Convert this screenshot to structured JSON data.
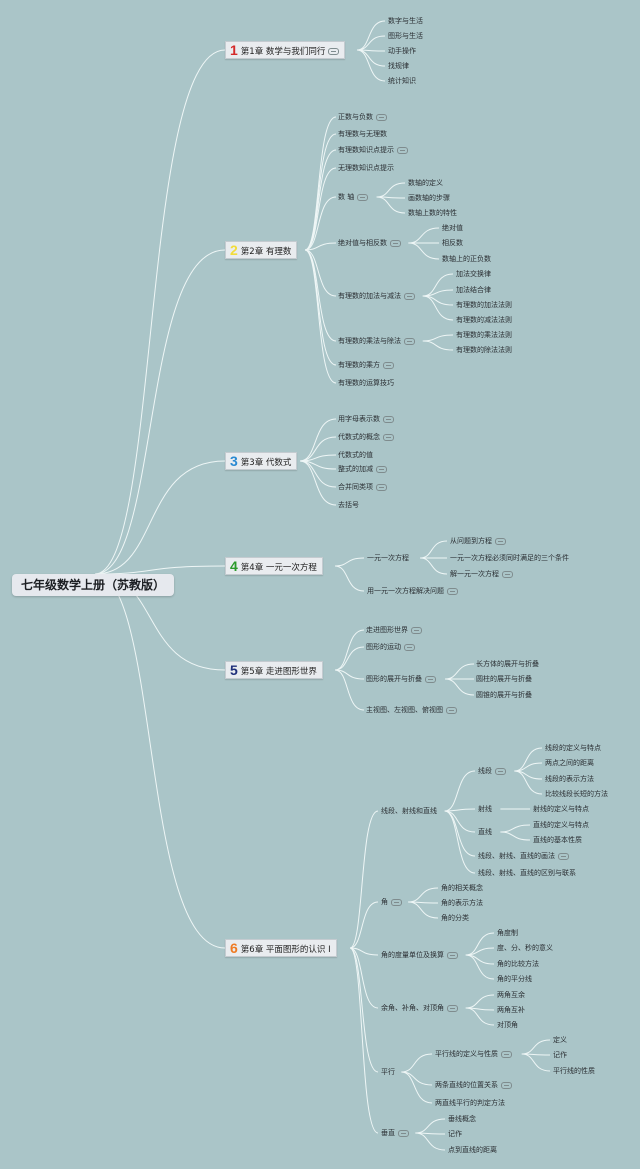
{
  "root": {
    "label": "七年级数学上册（苏教版）"
  },
  "colors": {
    "background": "#aac5c8",
    "line": "#eef6f6",
    "ch1": "#d42a2a",
    "ch2": "#f2dc3a",
    "ch3": "#2a8ad2",
    "ch4": "#2a9a2a",
    "ch5": "#1f2f7a",
    "ch6": "#ee7a22"
  },
  "chapters": [
    {
      "num": "1",
      "label": "第1章 数学与我们同行",
      "collapsible": true,
      "children": [
        "数字与生活",
        "图形与生活",
        "动手操作",
        "找规律",
        "统计知识"
      ]
    },
    {
      "num": "2",
      "label": "第2章 有理数",
      "children": [
        {
          "label": "正数与负数",
          "collapsible": true
        },
        {
          "label": "有理数与无理数"
        },
        {
          "label": "有理数知识点提示",
          "collapsible": true
        },
        {
          "label": "无理数知识点提示"
        },
        {
          "label": "数 轴",
          "collapsible": true,
          "children": [
            "数轴的定义",
            "画数轴的步骤",
            "数轴上数的特性"
          ]
        },
        {
          "label": "绝对值与相反数",
          "collapsible": true,
          "children": [
            "绝对值",
            "相反数",
            "数轴上的正负数"
          ]
        },
        {
          "label": "有理数的加法与减法",
          "collapsible": true,
          "children": [
            "加法交换律",
            "加法结合律",
            "有理数的加法法则",
            "有理数的减法法则"
          ]
        },
        {
          "label": "有理数的乘法与除法",
          "collapsible": true,
          "children": [
            "有理数的乘法法则",
            "有理数的除法法则"
          ]
        },
        {
          "label": "有理数的乘方",
          "collapsible": true
        },
        {
          "label": "有理数的运算技巧"
        }
      ]
    },
    {
      "num": "3",
      "label": "第3章 代数式",
      "children": [
        {
          "label": "用字母表示数",
          "collapsible": true
        },
        {
          "label": "代数式的概念",
          "collapsible": true
        },
        {
          "label": "代数式的值"
        },
        {
          "label": "整式的加减",
          "collapsible": true
        },
        {
          "label": "合并同类项",
          "collapsible": true
        },
        {
          "label": "去括号"
        }
      ]
    },
    {
      "num": "4",
      "label": "第4章 一元一次方程",
      "children": [
        {
          "label": "一元一次方程",
          "children": [
            {
              "label": "从问题到方程",
              "collapsible": true
            },
            {
              "label": "一元一次方程必须同时满足的三个条件"
            },
            {
              "label": "解一元一次方程",
              "collapsible": true
            }
          ]
        },
        {
          "label": "用一元一次方程解决问题",
          "collapsible": true
        }
      ]
    },
    {
      "num": "5",
      "label": "第5章 走进图形世界",
      "children": [
        {
          "label": "走进图形世界",
          "collapsible": true
        },
        {
          "label": "图形的运动",
          "collapsible": true
        },
        {
          "label": "图形的展开与折叠",
          "collapsible": true,
          "children": [
            "长方体的展开与折叠",
            "圆柱的展开与折叠",
            "圆锥的展开与折叠"
          ]
        },
        {
          "label": "主视图、左视图、俯视图",
          "collapsible": true
        }
      ]
    },
    {
      "num": "6",
      "label": "第6章 平面图形的认识 I",
      "children": [
        {
          "label": "线段、射线和直线",
          "children": [
            {
              "label": "线段",
              "collapsible": true,
              "children": [
                "线段的定义与特点",
                "两点之间的距离",
                "线段的表示方法",
                "比较线段长短的方法"
              ]
            },
            {
              "label": "射线",
              "children": [
                "射线的定义与特点"
              ]
            },
            {
              "label": "直线",
              "children": [
                "直线的定义与特点",
                "直线的基本性质"
              ]
            },
            {
              "label": "线段、射线、直线的画法",
              "collapsible": true
            },
            {
              "label": "线段、射线、直线的区别与联系"
            }
          ]
        },
        {
          "label": "角",
          "collapsible": true,
          "children": [
            "角的相关概念",
            "角的表示方法",
            "角的分类"
          ]
        },
        {
          "label": "角的度量单位及换算",
          "collapsible": true,
          "children": [
            "角度制",
            "度、分、秒的意义",
            "角的比较方法",
            "角的平分线"
          ]
        },
        {
          "label": "余角、补角、对顶角",
          "collapsible": true,
          "children": [
            "两角互余",
            "两角互补",
            "对顶角"
          ]
        },
        {
          "label": "平行",
          "children": [
            {
              "label": "平行线的定义与性质",
              "collapsible": true,
              "children": [
                "定义",
                "记作",
                "平行线的性质"
              ]
            },
            {
              "label": "两条直线的位置关系",
              "collapsible": true
            },
            {
              "label": "两直线平行的判定方法"
            }
          ]
        },
        {
          "label": "垂直",
          "collapsible": true,
          "children": [
            "垂线概念",
            "记作",
            "点到直线的距离"
          ]
        }
      ]
    }
  ]
}
